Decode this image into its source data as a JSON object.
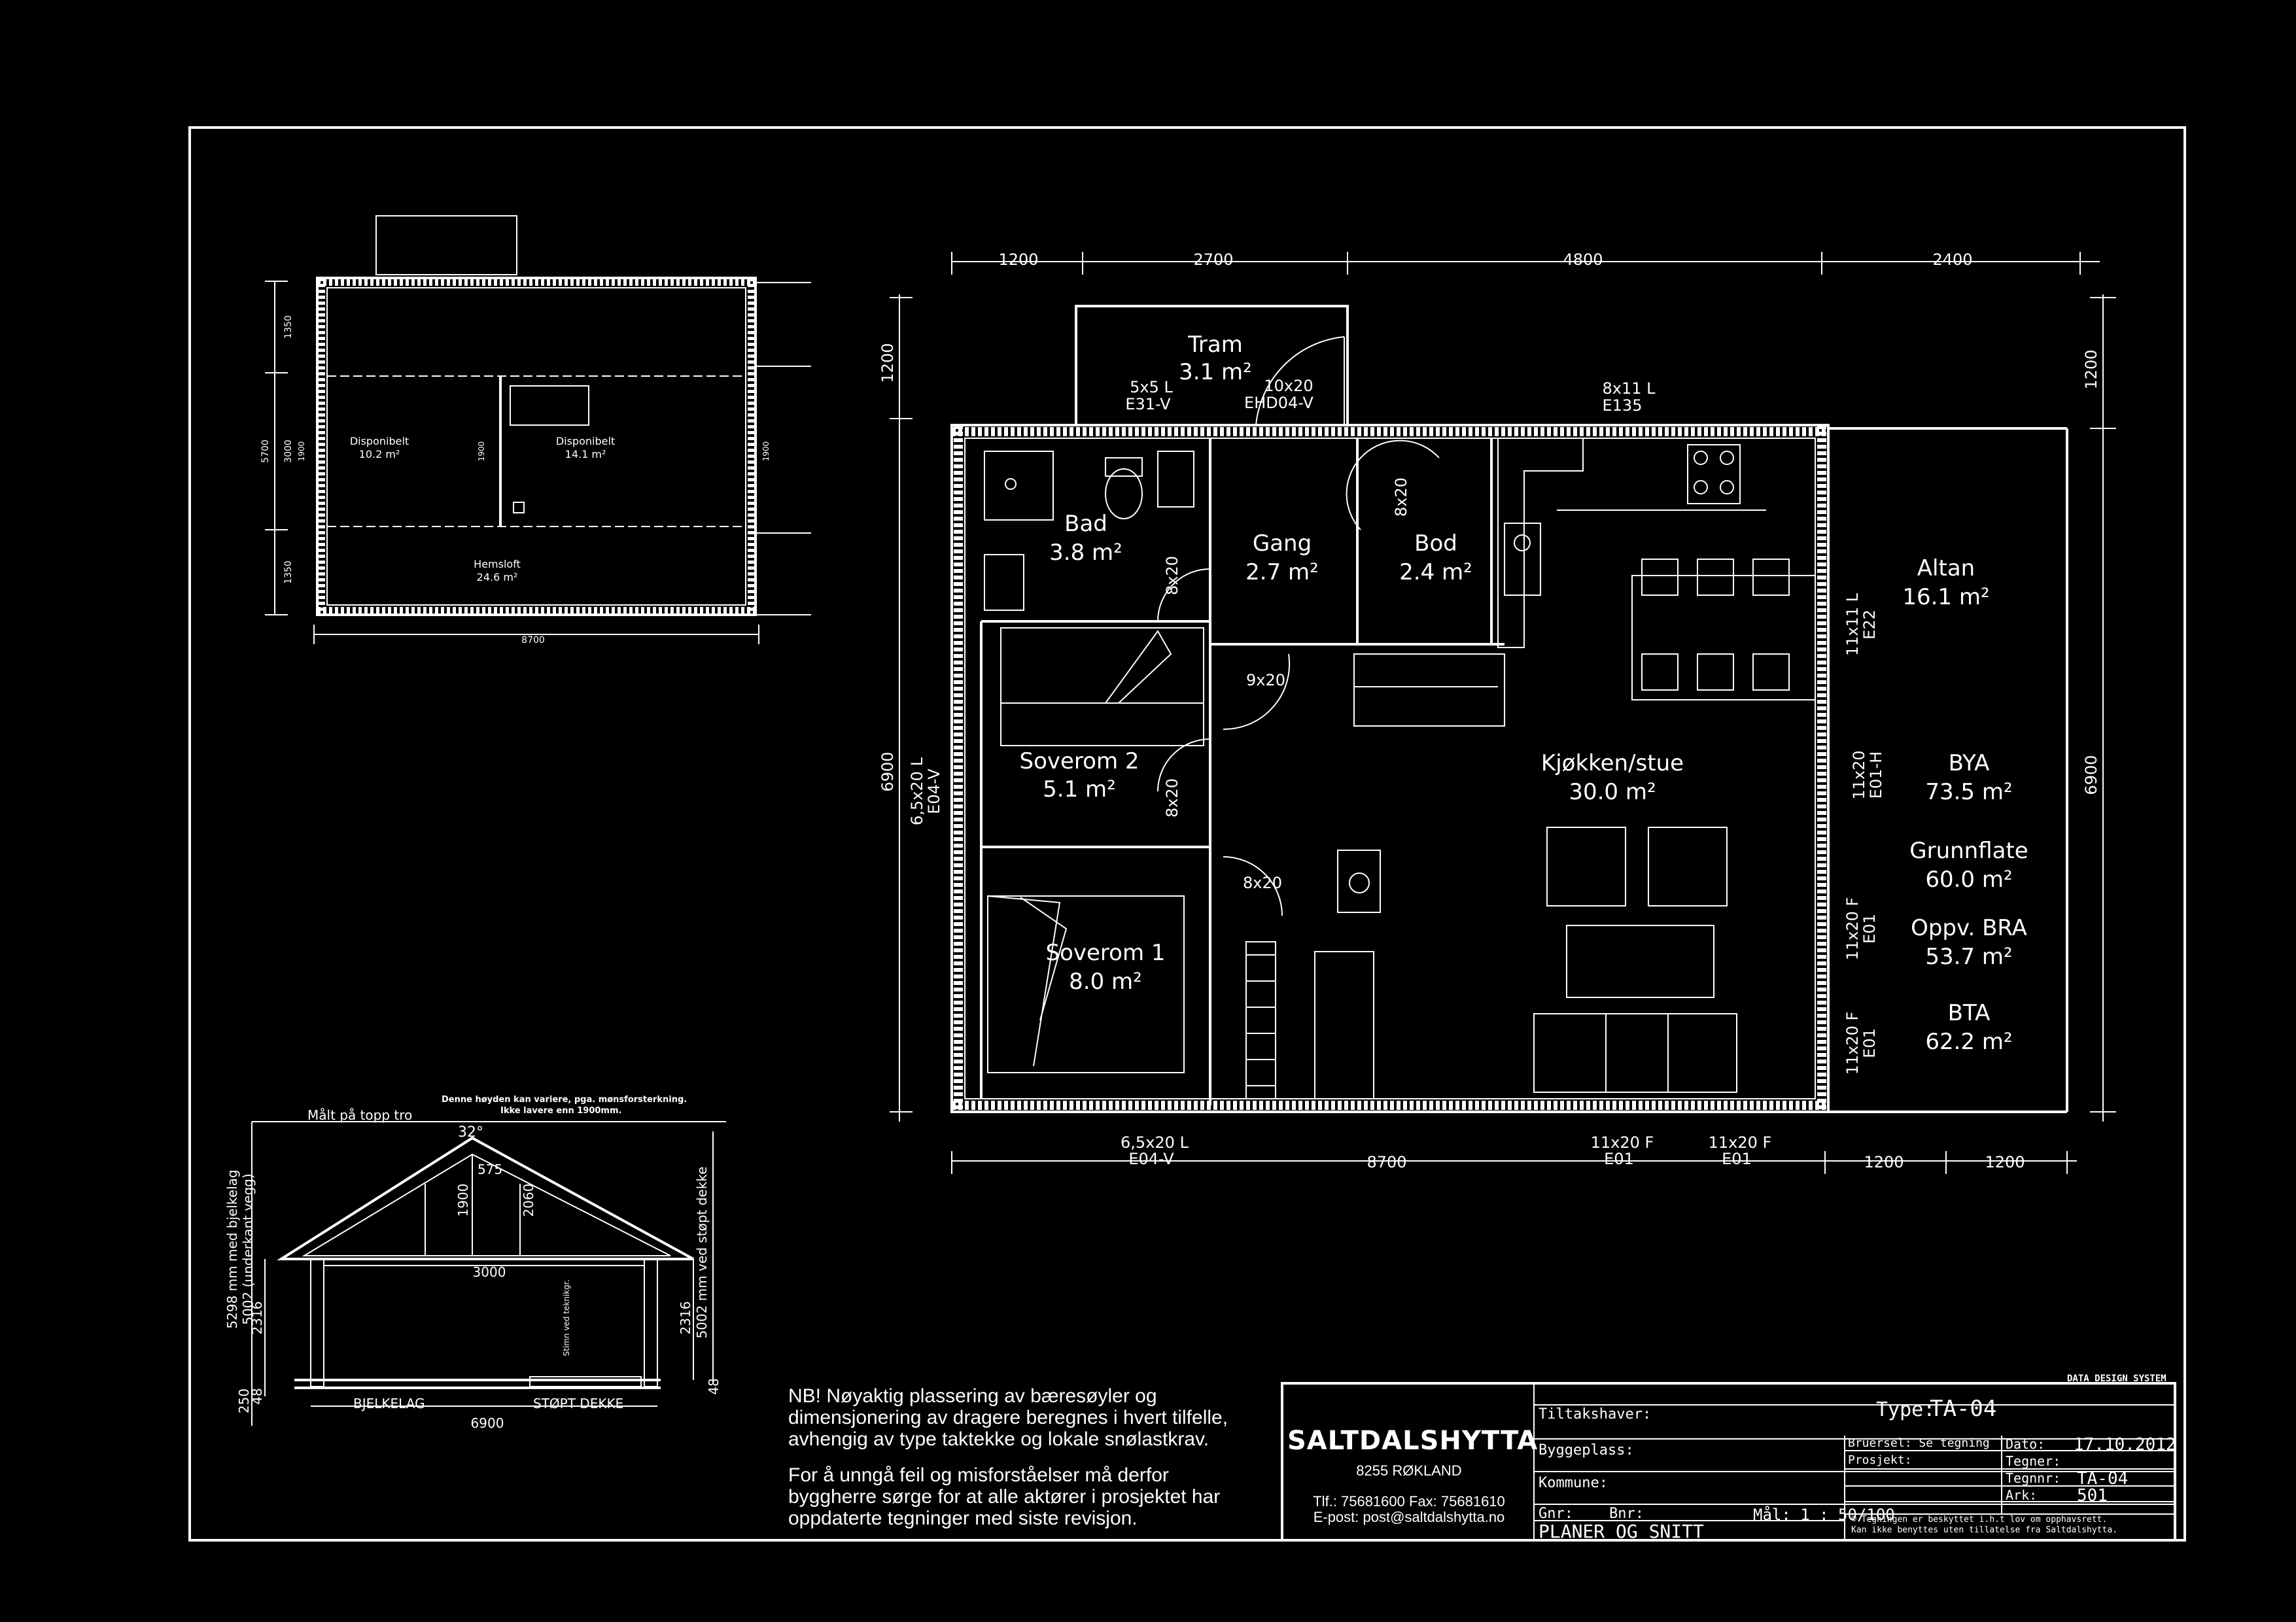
{
  "plan": {
    "dims_top": [
      "1200",
      "2700",
      "4800",
      "2400"
    ],
    "dims_bottom": [
      "8700",
      "1200",
      "1200"
    ],
    "dims_left": [
      "1200",
      "6900"
    ],
    "dims_right": [
      "1200",
      "6900"
    ],
    "rooms": [
      {
        "name": "Tram",
        "area": "3.1 m²"
      },
      {
        "name": "Bad",
        "area": "3.8 m²"
      },
      {
        "name": "Gang",
        "area": "2.7 m²"
      },
      {
        "name": "Bod",
        "area": "2.4 m²"
      },
      {
        "name": "Soverom 2",
        "area": "5.1 m²"
      },
      {
        "name": "Soverom 1",
        "area": "8.0 m²"
      },
      {
        "name": "Kjøkken/stue",
        "area": "30.0 m²"
      },
      {
        "name": "Altan",
        "area": "16.1 m²"
      }
    ],
    "stats": [
      {
        "label": "BYA",
        "value": "73.5 m²"
      },
      {
        "label": "Grunnflate",
        "value": "60.0 m²"
      },
      {
        "label": "Oppv. BRA",
        "value": "53.7 m²"
      },
      {
        "label": "BTA",
        "value": "62.2 m²"
      }
    ],
    "openings": {
      "door_10x20": "10x20",
      "door_10x20_code": "EHD04-V",
      "win_5x5": "5x5  L",
      "win_5x5_code": "E31-V",
      "win_8x11": "8x11  L",
      "win_8x11_code": "E135",
      "win_11x11": "11x11  L",
      "win_11x11_code": "E22",
      "win_11x20_h": "11x20",
      "win_11x20_h_code": "E01-H",
      "win_11x20_f": "11x20  F",
      "win_11x20_f_code": "E01",
      "win_65x20": "6,5x20  L",
      "win_65x20_code": "E04-V",
      "door_8x20": "8x20",
      "door_9x20": "9x20"
    }
  },
  "loft": {
    "dims_left": [
      "1350",
      "3000",
      "1350",
      "5700"
    ],
    "dim_bottom": "8700",
    "rooms": [
      {
        "name": "Disponibelt",
        "area": "10.2 m²"
      },
      {
        "name": "Disponibelt",
        "area": "14.1 m²"
      },
      {
        "name": "Hemsloft",
        "area": "24.6 m²"
      }
    ],
    "marks": [
      "1900",
      "1900",
      "1900"
    ]
  },
  "section": {
    "heading": "Målt på topp tro",
    "note_line1": "Denne høyden kan variere, pga. mønsforsterkning.",
    "note_line2": "Ikke lavere enn 1900mm.",
    "angle": "32°",
    "d575": "575",
    "d1900": "1900",
    "d2060": "2060",
    "d3000": "3000",
    "d2316_l": "2316",
    "d2316_r": "2316",
    "d6900": "6900",
    "d48": "48",
    "d48r": "48",
    "d250": "250",
    "left_dim": "5298 mm med bjelkelag",
    "left_dim2": "5002 (underkant vegg)",
    "right_dim": "5002 mm ved støpt dekke",
    "inner": "Stimn ved teknikgr.",
    "bjelkelag": "BJELKELAG",
    "stopt": "STØPT DEKKE"
  },
  "note": {
    "p1": "NB! Nøyaktig plassering av bæresøyler og dimensjonering av dragere beregnes i hvert tilfelle, avhengig av type taktekke og lokale snølastkrav.",
    "p2": "For å unngå feil og misforståelser må derfor byggherre sørge for at alle aktører i prosjektet har oppdaterte tegninger med siste revisjon."
  },
  "titleblock": {
    "company": "SALTDALSHYTTA",
    "address": "8255 RØKLAND",
    "phone": "Tlf.: 75681600    Fax: 75681610",
    "email": "E-post: post@saltdalshytta.no",
    "tiltakshaver": "Tiltakshaver:",
    "byggeplass": "Byggeplass:",
    "kommune": "Kommune:",
    "gnr": "Gnr:",
    "bnr": "Bnr:",
    "maal": "Mål: 1 : 50/100",
    "title": "PLANER OG SNITT",
    "type_label": "Type:",
    "type_value": "TA-04",
    "ref_label": "Bruersel: Se tegning",
    "prosjekt": "Prosjekt:",
    "dato_label": "Dato:",
    "dato_value": "17.10.2012",
    "tegner": "Tegner:",
    "tegnnr_label": "Tegnnr:",
    "tegnnr_value": "TA-04",
    "ark_label": "Ark:",
    "ark_value": "501",
    "brand": "DATA DESIGN SYSTEM",
    "copyright1": "© Tegningen er beskyttet i.h.t lov om opphavsrett.",
    "copyright2": "Kan ikke benyttes uten tillatelse fra Saltdalshytta."
  }
}
